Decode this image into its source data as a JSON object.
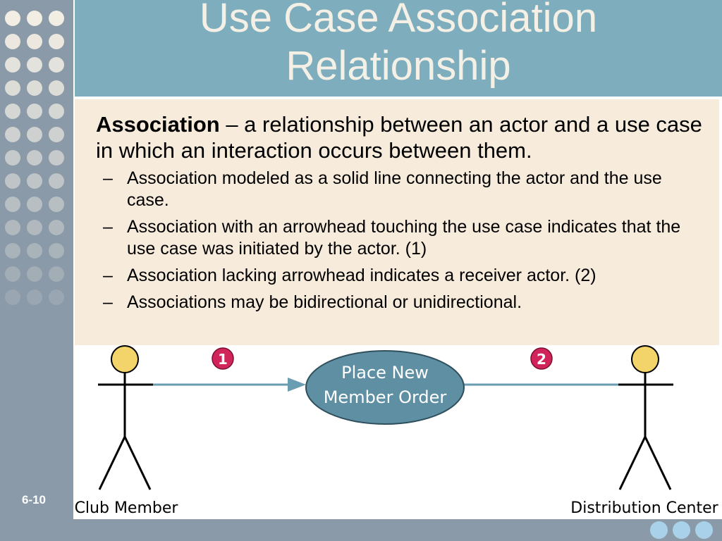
{
  "slide": {
    "title_line1": "Use Case Association",
    "title_line2": "Relationship",
    "slide_number": "6-10"
  },
  "content": {
    "term": "Association",
    "definition": " – a relationship between an actor and a use case in which an interaction occurs between them.",
    "bullet_marker": "–",
    "bullets": [
      "Association modeled as a solid line connecting the actor and the use case.",
      "Association with an arrowhead touching the use case indicates that the use case was initiated by the actor. (1)",
      "Association lacking arrowhead indicates a receiver actor. (2)",
      "Associations may be bidirectional or unidirectional."
    ]
  },
  "diagram": {
    "use_case_line1": "Place New",
    "use_case_line2": "Member Order",
    "actor_left": "Club Member",
    "actor_right": "Distribution Center",
    "marker_1": "1",
    "marker_2": "2"
  },
  "colors": {
    "title_band": "#7eaebe",
    "content_bg": "#f7ebdc",
    "sidebar": "#8a9aa8",
    "use_case_fill": "#5e8fa3",
    "association_line": "#6a9db2",
    "actor_head": "#f2d46a",
    "marker_fill": "#d0245a"
  }
}
